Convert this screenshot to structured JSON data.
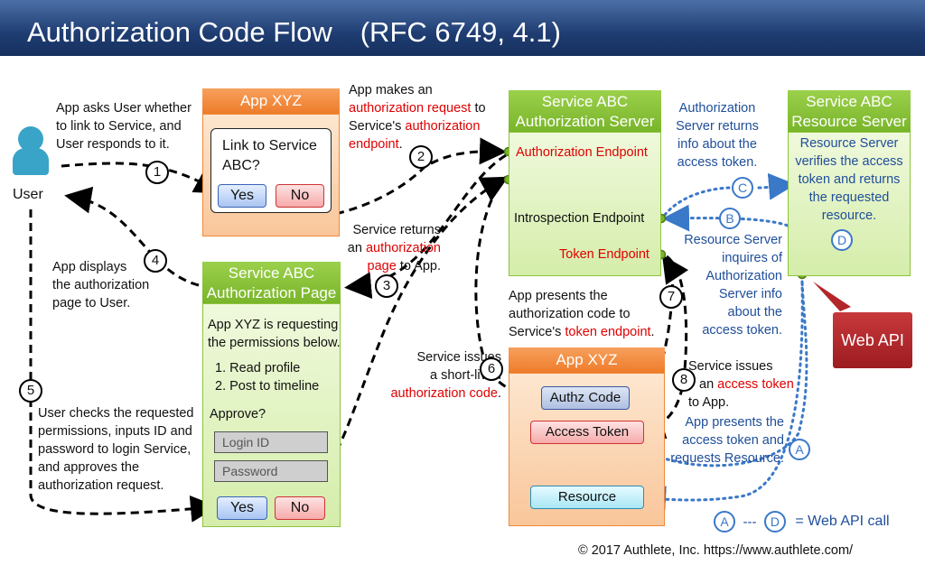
{
  "title": "Authorization Code Flow　(RFC 6749, 4.1)",
  "user": {
    "label": "User"
  },
  "notes": {
    "step1": [
      "App asks User whether",
      "to link to Service, and",
      "User responds to it."
    ],
    "step2_a": "App makes an",
    "step2_b": "authorization request",
    "step2_c": " to",
    "step2_d": "Service's ",
    "step2_e": "authorization",
    "step2_f": "endpoint",
    "step2_g": ".",
    "step3_a": "Service returns",
    "step3_b": "an ",
    "step3_c": "authorization",
    "step3_d": "page",
    "step3_e": " to App.",
    "step4": [
      "App displays",
      "the authorization",
      "page to User."
    ],
    "step5": [
      "User checks the requested",
      "permissions, inputs ID and",
      "password to login Service,",
      "and approves the",
      "authorization request."
    ],
    "step6_a": "Service issues",
    "step6_b": "a short-lived",
    "step6_c": "authorization code",
    "step6_d": ".",
    "step7_a": "App presents the",
    "step7_b": "authorization code to",
    "step7_c": "Service's ",
    "step7_d": "token endpoint",
    "step7_e": ".",
    "step8_a": "Service issues",
    "step8_b": "an ",
    "step8_c": "access token",
    "step8_d": "to App.",
    "authz_returns": [
      "Authorization",
      "Server returns",
      "info about the",
      "access token."
    ],
    "rs_inquires": [
      "Resource Server",
      "inquires of",
      "Authorization",
      "Server info",
      "about the",
      "access token."
    ],
    "app_presents_token": [
      "App presents the",
      "access token and",
      "requests Resource."
    ],
    "rs_verifies": [
      "Resource Server",
      "verifies the access",
      "token and returns",
      "the requested",
      "resource."
    ]
  },
  "app_xyz_top": {
    "header": "App XYZ",
    "question": [
      "Link to Service",
      "ABC?"
    ],
    "yes": "Yes",
    "no": "No"
  },
  "authz_server": {
    "header": [
      "Service ABC",
      "Authorization Server"
    ],
    "authorization_endpoint": "Authorization Endpoint",
    "introspection_endpoint": "Introspection Endpoint",
    "token_endpoint": "Token Endpoint"
  },
  "resource_server": {
    "header": [
      "Service ABC",
      "Resource Server"
    ]
  },
  "authz_page": {
    "header": [
      "Service ABC",
      "Authorization Page"
    ],
    "intro": [
      "App XYZ is requesting",
      "the permissions below."
    ],
    "permissions": [
      "1.  Read profile",
      "2.  Post to timeline"
    ],
    "approve": "Approve?",
    "login_placeholder": "Login ID",
    "password_placeholder": "Password",
    "yes": "Yes",
    "no": "No"
  },
  "app_xyz_bottom": {
    "header": "App XYZ",
    "authz_code": "Authz Code",
    "access_token": "Access Token",
    "resource": "Resource"
  },
  "web_api": "Web API",
  "steps": [
    "1",
    "2",
    "3",
    "4",
    "5",
    "6",
    "7",
    "8"
  ],
  "web_steps": [
    "A",
    "B",
    "C",
    "D"
  ],
  "legend": {
    "from": "A",
    "sep": "---",
    "to": "D",
    "text": "= Web API call"
  },
  "copyright": "© 2017 Authlete, Inc.  https://www.authlete.com/",
  "colors": {
    "orange": "#ee7c2a",
    "green": "#79b52a",
    "blue_dotted": "#3a78c8",
    "web_api": "#b3262a"
  }
}
